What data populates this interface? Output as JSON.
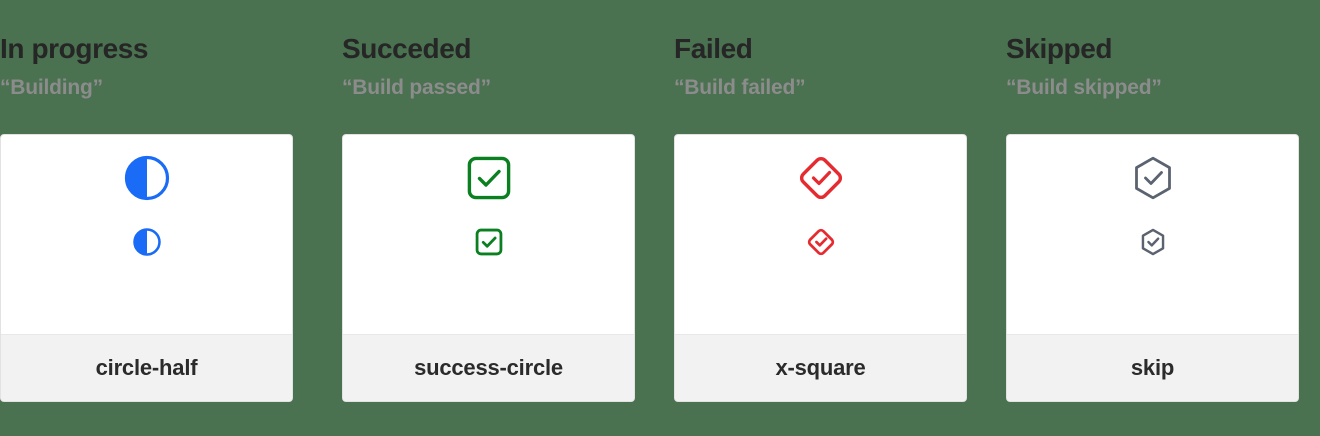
{
  "page": {
    "background_color": "#4a7150"
  },
  "columns": [
    {
      "title": "In progress",
      "subtitle": "“Building”",
      "icon_name": "circle-half-icon",
      "icon_label": "circle-half",
      "color": "#1a6bf5"
    },
    {
      "title": "Succeded",
      "subtitle": "“Build passed”",
      "icon_name": "success-circle-icon",
      "icon_label": "success-circle",
      "color": "#0a8020"
    },
    {
      "title": "Failed",
      "subtitle": "“Build failed”",
      "icon_name": "x-square-icon",
      "icon_label": "x-square",
      "color": "#e52b30"
    },
    {
      "title": "Skipped",
      "subtitle": "“Build skipped”",
      "icon_name": "skip-icon",
      "icon_label": "skip",
      "color": "#5b6270"
    }
  ]
}
